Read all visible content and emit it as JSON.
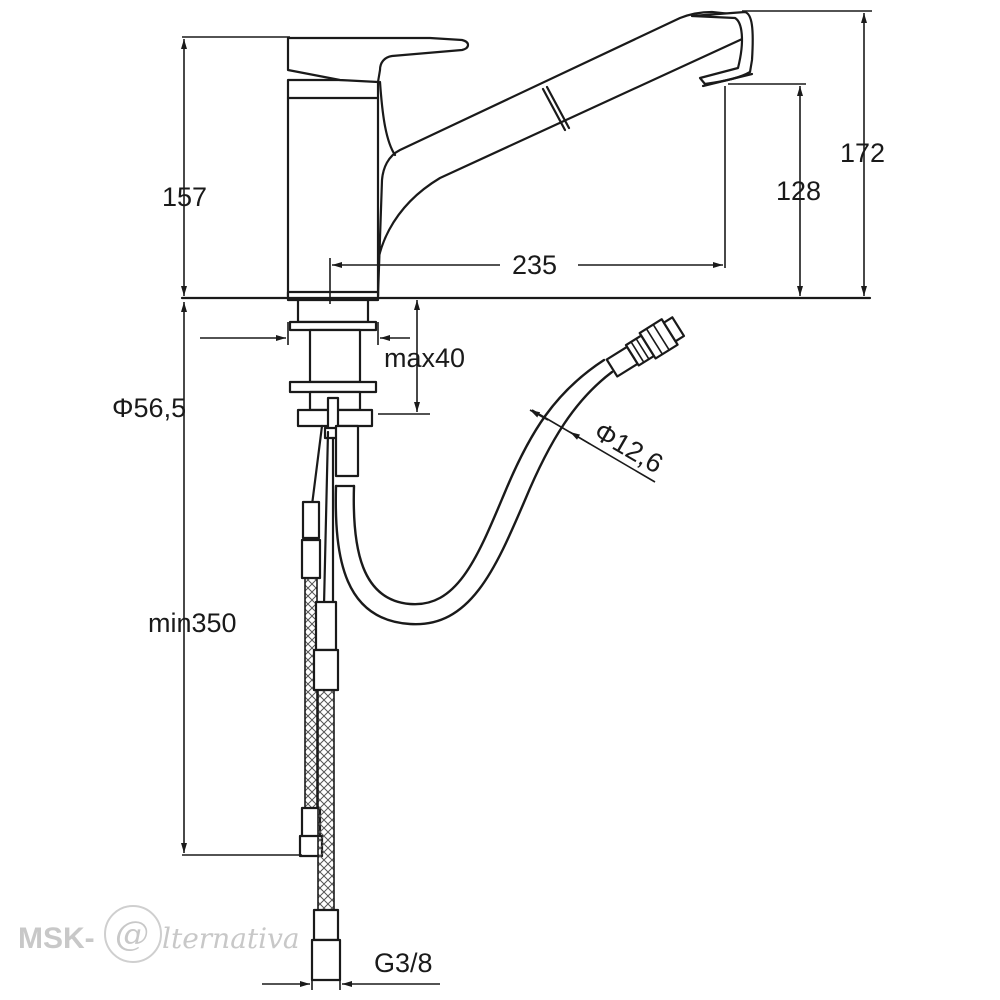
{
  "dimensions": {
    "height_body": "157",
    "height_total": "172",
    "height_outlet": "128",
    "reach": "235",
    "max_thickness": "max40",
    "hole_diameter": "Φ56,5",
    "hose_diameter": "Φ12,6",
    "min_length": "min350",
    "connection": "G3/8"
  },
  "watermark": {
    "brand_left": "MSK-",
    "brand_at": "@",
    "brand_right": "lternativa"
  }
}
